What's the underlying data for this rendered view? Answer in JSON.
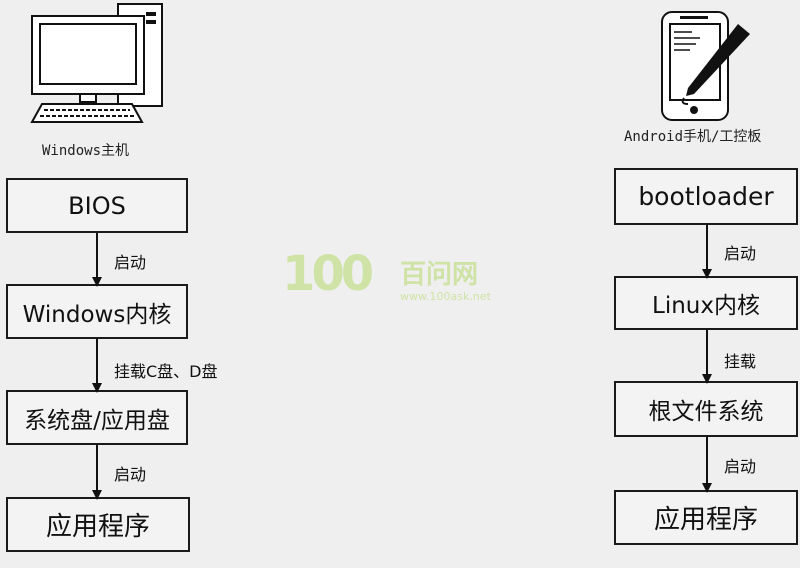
{
  "left": {
    "caption": "Windows主机",
    "boxes": [
      "BIOS",
      "Windows内核",
      "系统盘/应用盘",
      "应用程序"
    ],
    "edges": [
      "启动",
      "挂载C盘、D盘",
      "启动"
    ]
  },
  "right": {
    "caption": "Android手机/工控板",
    "boxes": [
      "bootloader",
      "Linux内核",
      "根文件系统",
      "应用程序"
    ],
    "edges": [
      "启动",
      "挂载",
      "启动"
    ]
  },
  "watermark": {
    "number": "100",
    "name": "百问网",
    "url": "www.100ask.net"
  },
  "icons": {
    "left": "desktop-computer-icon",
    "right": "tablet-with-stylus-icon"
  }
}
